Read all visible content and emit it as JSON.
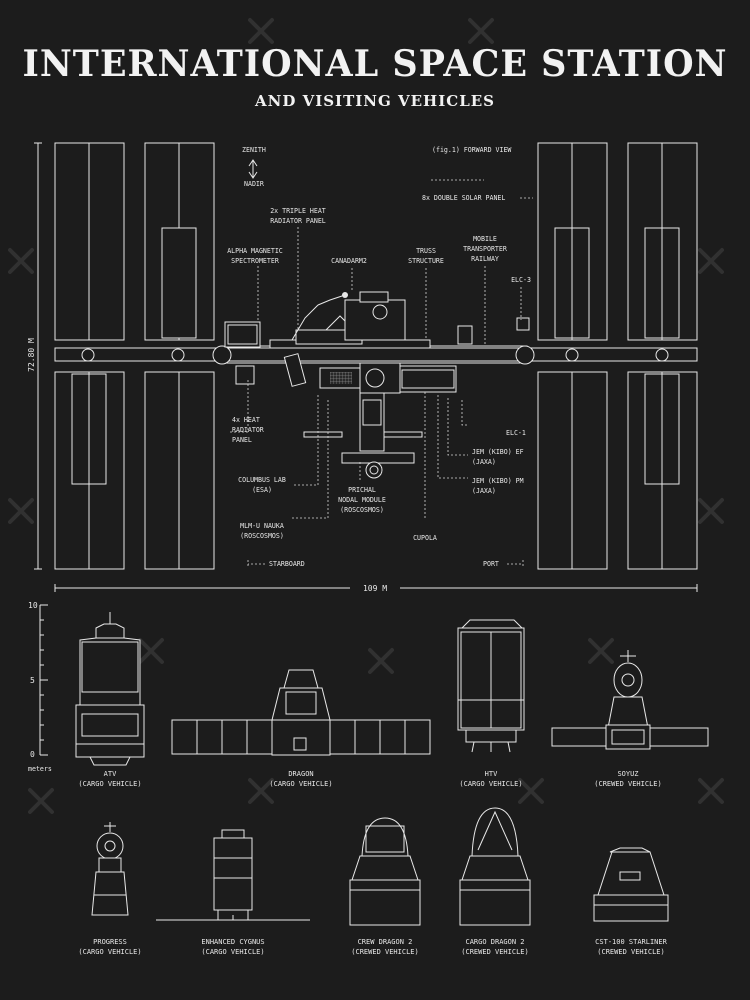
{
  "header": {
    "title": "INTERNATIONAL SPACE STATION",
    "subtitle": "AND VISITING VEHICLES"
  },
  "iss": {
    "labels": {
      "zenith": "ZENITH",
      "nadir": "NADIR",
      "forward_view": "(fig.1) FORWARD VIEW",
      "double_solar_panel": "8x DOUBLE SOLAR PANEL",
      "triple_heat_radiator_1": "2x TRIPLE HEAT",
      "triple_heat_radiator_2": "RADIATOR PANEL",
      "alpha_magnetic_1": "ALPHA MAGNETIC",
      "alpha_magnetic_2": "SPECTROMETER",
      "canadarm2": "CANADARM2",
      "truss_1": "TRUSS",
      "truss_2": "STRUCTURE",
      "mobile_transporter_1": "MOBILE",
      "mobile_transporter_2": "TRANSPORTER",
      "mobile_transporter_3": "RAILWAY",
      "elc3": "ELC-3",
      "elc1": "ELC-1",
      "heat_radiator_1": "4x HEAT",
      "heat_radiator_2": "RADIATOR",
      "heat_radiator_3": "PANEL",
      "jem_ef_1": "JEM (KIBO) EF",
      "jem_ef_2": "(JAXA)",
      "jem_pm_1": "JEM (KIBO) PM",
      "jem_pm_2": "(JAXA)",
      "columbus_1": "COLUMBUS LAB",
      "columbus_2": "(ESA)",
      "mlm_1": "MLM-U NAUKA",
      "mlm_2": "(ROSCOSMOS)",
      "prichal_1": "PRICHAL",
      "prichal_2": "NODAL MODULE",
      "prichal_3": "(ROSCOSMOS)",
      "cupola": "CUPOLA",
      "starboard": "STARBOARD",
      "port": "PORT"
    },
    "height_label": "72.80 M",
    "width_label": "109 M"
  },
  "scale": {
    "ticks": [
      "10",
      "5",
      "0"
    ],
    "unit": "meters"
  },
  "vehicles": [
    {
      "name": "ATV",
      "type": "(CARGO VEHICLE)"
    },
    {
      "name": "DRAGON",
      "type": "(CARGO VEHICLE)"
    },
    {
      "name": "HTV",
      "type": "(CARGO VEHICLE)"
    },
    {
      "name": "SOYUZ",
      "type": "(CREWED VEHICLE)"
    },
    {
      "name": "PROGRESS",
      "type": "(CARGO VEHICLE)"
    },
    {
      "name": "ENHANCED CYGNUS",
      "type": "(CARGO VEHICLE)"
    },
    {
      "name": "CREW DRAGON 2",
      "type": "(CREWED VEHICLE)"
    },
    {
      "name": "CARGO DRAGON 2",
      "type": "(CREWED VEHICLE)"
    },
    {
      "name": "CST-100 STARLINER",
      "type": "(CREWED VEHICLE)"
    }
  ]
}
